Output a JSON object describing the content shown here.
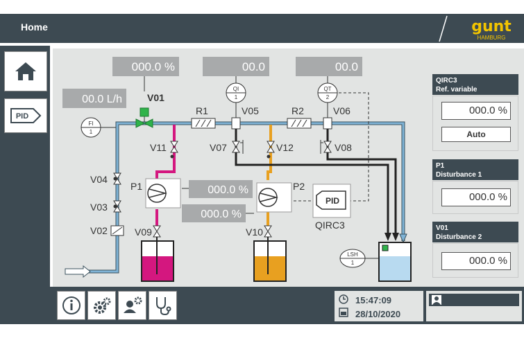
{
  "header": {
    "title": "Home",
    "logo_text": "gunt",
    "logo_sub": "HAMBURG"
  },
  "sidebar": {
    "items": [
      {
        "name": "home"
      },
      {
        "label": "PID"
      }
    ]
  },
  "diagram": {
    "displays": {
      "v01_display": "000.0 %",
      "qi_display": "00.0",
      "qt_display": "00.0",
      "flow_display": "00.0 L/h",
      "p1_display": "000.0 %",
      "p2_display": "000.0 %"
    },
    "instruments": {
      "fi": {
        "top": "FI",
        "bottom": "1"
      },
      "qi": {
        "top": "QI",
        "bottom": "1"
      },
      "qt": {
        "top": "QT",
        "bottom": "2"
      },
      "lsh": {
        "top": "LSH",
        "bottom": "1"
      }
    },
    "labels": {
      "v01": "V01",
      "r1": "R1",
      "v05": "V05",
      "r2": "R2",
      "v06": "V06",
      "v11": "V11",
      "v07": "V07",
      "v12": "V12",
      "v08": "V08",
      "v04": "V04",
      "v03": "V03",
      "v02": "V02",
      "v09": "V09",
      "v10": "V10",
      "p1": "P1",
      "p2": "P2",
      "pid": "PID",
      "qirc3": "QIRC3"
    }
  },
  "right_panel": {
    "qirc3": {
      "title_line1": "QIRC3",
      "title_line2": "Ref. variable",
      "value": "000.0",
      "unit": "%",
      "mode": "Auto"
    },
    "p1": {
      "title_line1": "P1",
      "title_line2": "Disturbance 1",
      "value": "000.0",
      "unit": "%"
    },
    "v01": {
      "title_line1": "V01",
      "title_line2": "Disturbance 2",
      "value": "000.0",
      "unit": "%"
    }
  },
  "footer": {
    "time": "15:47:09",
    "date": "28/10/2020"
  },
  "colors": {
    "dark": "#3d4a52",
    "panel": "#e2e4e3",
    "water_pipe": "#7fb3d6",
    "pink": "#d4177f",
    "orange": "#e8a020",
    "green": "#2fb34a"
  }
}
